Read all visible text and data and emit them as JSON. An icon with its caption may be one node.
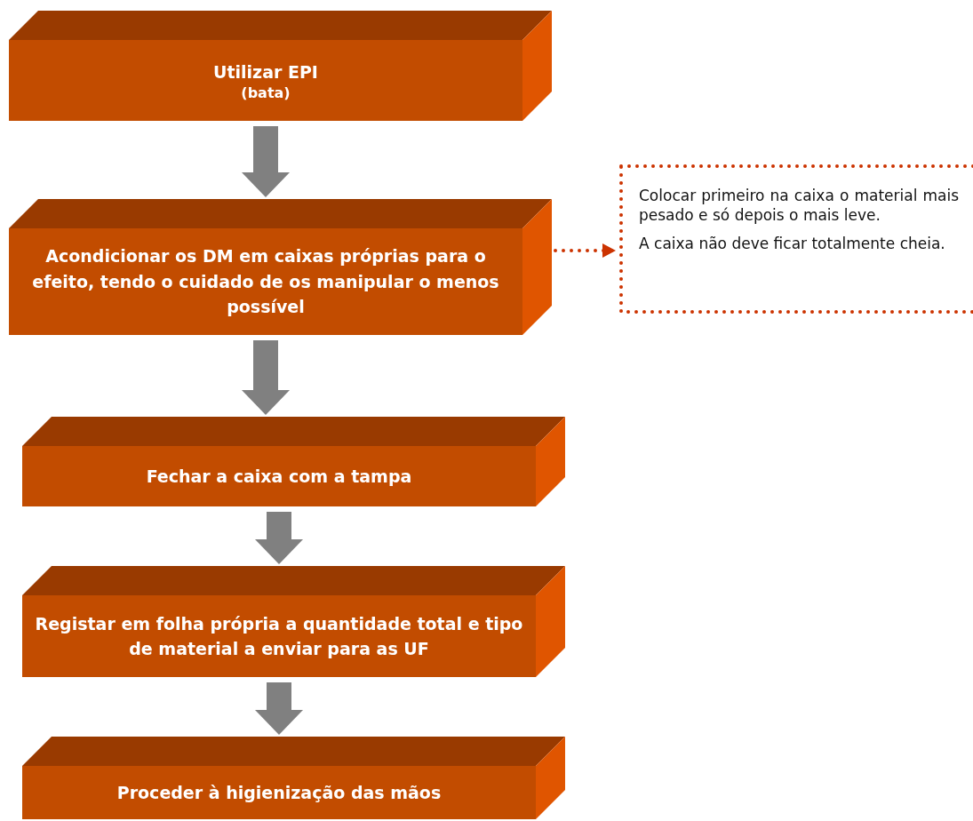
{
  "diagram": {
    "nodes": [
      {
        "text": [
          "Utilizar EPI",
          "(bata)"
        ]
      },
      {
        "text": [
          "Acondicionar os DM em caixas próprias para o efeito, tendo o cuidado de os manipular o menos possível"
        ]
      },
      {
        "text": [
          "Fechar a caixa com a tampa"
        ]
      },
      {
        "text": [
          "Registar em folha própria a quantidade total e tipo de material a enviar para as UF"
        ]
      },
      {
        "text": [
          "Proceder à higienização das mãos"
        ]
      },
      {
        "text": [
          "Colocar primeiro na caixa o material mais pesado e só depois o mais leve.",
          "A caixa não deve ficar totalmente cheia."
        ]
      }
    ],
    "edges": [
      {
        "from": 0,
        "to": 1,
        "arrow": "to"
      },
      {
        "from": 1,
        "to": 2,
        "arrow": "to"
      },
      {
        "from": 2,
        "to": 3,
        "arrow": "to"
      },
      {
        "from": 3,
        "to": 4,
        "arrow": "to"
      },
      {
        "from": 1,
        "to": 5,
        "arrow": "to",
        "style": "dashed",
        "color": "#cc3300"
      }
    ]
  }
}
